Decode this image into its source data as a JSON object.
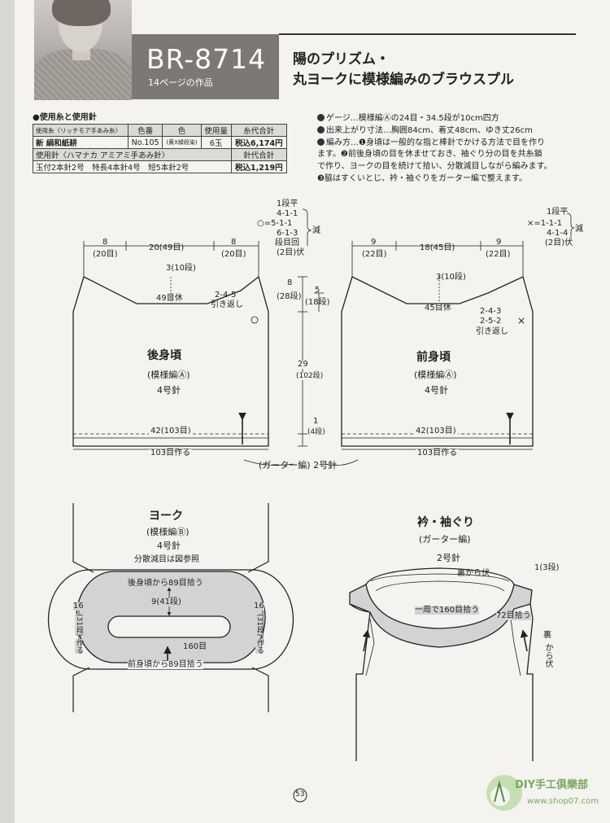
{
  "header": {
    "code": "BR-8714",
    "page_ref": "14ページの作品",
    "subtitle_line1": "陽のプリズム・",
    "subtitle_line2": "丸ヨークに模様編みのブラウスプル"
  },
  "materials": {
    "section_title": "●使用糸と使用針",
    "headers": [
      "使用糸〈リッチモア手あみ糸〉",
      "色番",
      "色",
      "使用量",
      "糸代合計"
    ],
    "yarn": [
      "新 絹和紙耕",
      "No.105",
      "(黄X緑段染)",
      "6玉",
      "税込6,174円"
    ],
    "needle_header": "使用針〈ハマナカ アミアミ手あみ針〉",
    "needle_total_header": "針代合計",
    "needles": "玉付2本針2号　特長4本針4号　短5本針2号",
    "needle_total": "税込1,219円"
  },
  "info": {
    "gauge": "ゲージ…模様編Ⓐの24目・34.5段が10cm四方",
    "size": "出来上がり寸法…胸囲84cm、着丈48cm、ゆき丈26cm",
    "method_1": "編み方…❶身頃は一般的な指と棒針でかける方法で目を作り",
    "method_2": "ます。❷前後身頃の目を休ませておき、袖ぐり分の目を共糸鎖",
    "method_3": "で作り、ヨークの目を続けて拾い、分散減目しながら編みます。",
    "method_4": "❸脇はすくいとじ、衿・袖ぐりをガーター編で整えます。"
  },
  "back_decrease": {
    "l1": "1段平",
    "l2": "4-1-1",
    "l3": "○=5-1-1",
    "l4": "6-1-3",
    "l5": "段目回",
    "l6": "(2目)伏",
    "reduce": "減"
  },
  "front_decrease": {
    "l1": "1段平",
    "l2": "×=1-1-1",
    "l3": "4-1-4",
    "l4": "(2目)伏",
    "reduce": "減"
  },
  "back": {
    "dim_left": "8",
    "dim_left_st": "(20目)",
    "dim_mid": "20(49目)",
    "dim_right": "8",
    "dim_right_st": "(20目)",
    "neck_rows": "3(10段)",
    "neck_hold": "49目休",
    "turn1": "2-4-5",
    "turn2": "引き返し",
    "name": "後身頃",
    "pattern": "(模様編Ⓐ)",
    "needle": "4号針",
    "width": "42(103目)",
    "cast_on": "103目作る"
  },
  "mid_dims": {
    "arm_h": "8",
    "arm_rows": "(28段)",
    "shoulder_h": "5",
    "shoulder_rows": "(18段)",
    "body_h": "29",
    "body_rows": "(102段)",
    "hem_h": "1",
    "hem_rows": "(4段)",
    "garter": "(ガーター編) 2号針"
  },
  "front": {
    "dim_left": "9",
    "dim_left_st": "(22目)",
    "dim_mid": "18(45目)",
    "dim_right": "9",
    "dim_right_st": "(22目)",
    "neck_rows": "3(10段)",
    "neck_hold": "45目休",
    "turn1": "2-4-3",
    "turn2": "2-5-2",
    "turn3": "引き返し",
    "name": "前身頃",
    "pattern": "(模様編Ⓐ)",
    "needle": "4号針",
    "width": "42(103目)",
    "cast_on": "103目作る"
  },
  "yoke": {
    "name": "ヨーク",
    "pattern": "(模様編Ⓑ)",
    "needle": "4号針",
    "note": "分散減目は図参照",
    "pick_back": "後身頃から89目拾う",
    "pick_front": "前身頃から89目拾う",
    "depth": "9(41段)",
    "inner": "160目",
    "side_l_num": "16",
    "side_l_rows": "(31段)",
    "side_l_note": "作る",
    "side_r_num": "16",
    "side_r_rows": "(31段)",
    "side_r_note": "作る"
  },
  "collar": {
    "name": "衿・袖ぐり",
    "pattern": "(ガーター編)",
    "needle": "2号針",
    "bind_off_back": "裏から伏",
    "rows": "1(3段)",
    "pick_round": "一周で160目拾う",
    "pick_arm": "72目拾う",
    "bind_off_side1": "裏",
    "bind_off_side2": "から伏"
  },
  "footer": {
    "page_number": "53",
    "logo_text": "DIY手工俱樂部",
    "logo_sub": "www.shop07.com"
  }
}
